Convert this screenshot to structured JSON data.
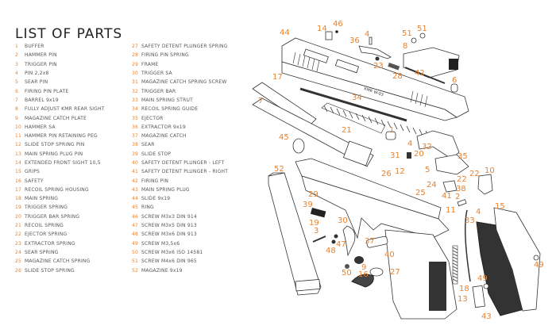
{
  "title": "LIST OF PARTS",
  "accent_color": "#e8822e",
  "parts_left": [
    {
      "no": "1",
      "name": "BUFFER"
    },
    {
      "no": "2",
      "name": "HAMMER PIN"
    },
    {
      "no": "3",
      "name": "TRIGGER PIN"
    },
    {
      "no": "4",
      "name": "PIN 2,2x8"
    },
    {
      "no": "5",
      "name": "SEAR PIN"
    },
    {
      "no": "6",
      "name": "FIRING PIN PLATE"
    },
    {
      "no": "7",
      "name": "BARREL 9x19"
    },
    {
      "no": "8",
      "name": "FULLY ADJUST KMR REAR SIGHT"
    },
    {
      "no": "9",
      "name": "MAGAZINE CATCH PLATE"
    },
    {
      "no": "10",
      "name": "HAMMER SA"
    },
    {
      "no": "11",
      "name": "HAMMER PIN RETAINING PEG"
    },
    {
      "no": "12",
      "name": "SLIDE STOP SPRING PIN"
    },
    {
      "no": "13",
      "name": "MAIN SPRING PLUG PIN"
    },
    {
      "no": "14",
      "name": "EXTENDED FRONT SIGHT 10,5"
    },
    {
      "no": "15",
      "name": "GRIPS"
    },
    {
      "no": "16",
      "name": "SAFETY"
    },
    {
      "no": "17",
      "name": "RECOIL SPRING HOUSING"
    },
    {
      "no": "18",
      "name": "MAIN SPRING"
    },
    {
      "no": "19",
      "name": "TRIGGER SPRING"
    },
    {
      "no": "20",
      "name": "TRIGGER BAR SPRING"
    },
    {
      "no": "21",
      "name": "RECOIL SPRING"
    },
    {
      "no": "22",
      "name": "EJECTOR SPRING"
    },
    {
      "no": "23",
      "name": "EXTRACTOR SPRING"
    },
    {
      "no": "24",
      "name": "SEAR SPRING"
    },
    {
      "no": "25",
      "name": "MAGAZINE CATCH SPRING"
    },
    {
      "no": "26",
      "name": "SLIDE STOP SPRING"
    }
  ],
  "parts_right": [
    {
      "no": "27",
      "name": "SAFETY DETENT PLUNGER SPRING"
    },
    {
      "no": "28",
      "name": "FIRING PIN SPRING"
    },
    {
      "no": "29",
      "name": "FRAME"
    },
    {
      "no": "30",
      "name": "TRIGGER SA"
    },
    {
      "no": "31",
      "name": "MAGAZINE CATCH SPRING SCREW"
    },
    {
      "no": "32",
      "name": "TRIGGER BAR"
    },
    {
      "no": "33",
      "name": "MAIN SPRING STRUT"
    },
    {
      "no": "34",
      "name": "RECOIL SPRING GUIDE"
    },
    {
      "no": "35",
      "name": "EJECTOR"
    },
    {
      "no": "36",
      "name": "EXTRACTOR 9x19"
    },
    {
      "no": "37",
      "name": "MAGAZINE CATCH"
    },
    {
      "no": "38",
      "name": "SEAR"
    },
    {
      "no": "39",
      "name": "SLIDE STOP"
    },
    {
      "no": "40",
      "name": "SAFETY DETENT PLUNGER - LEFT"
    },
    {
      "no": "41",
      "name": "SAFETY DETENT PLUNGER - RIGHT"
    },
    {
      "no": "42",
      "name": "FIRING PIN"
    },
    {
      "no": "43",
      "name": "MAIN SPRING PLUG"
    },
    {
      "no": "44",
      "name": "SLIDE 9x19"
    },
    {
      "no": "45",
      "name": "RING"
    },
    {
      "no": "46",
      "name": "SCREW M3x3 DIN 914"
    },
    {
      "no": "47",
      "name": "SCREW M3x5 DIN 913"
    },
    {
      "no": "48",
      "name": "SCREW M3x6 DIN 913"
    },
    {
      "no": "49",
      "name": "SCREW M3,5x6"
    },
    {
      "no": "50",
      "name": "SCREW M3x6 ISO 14581"
    },
    {
      "no": "51",
      "name": "SCREW M4x6 DIN 965"
    },
    {
      "no": "52",
      "name": "MAGAZINE 9x19"
    }
  ],
  "diagram": {
    "callouts": [
      "44",
      "14",
      "46",
      "4",
      "36",
      "51",
      "51",
      "8",
      "23",
      "28",
      "42",
      "6",
      "17",
      "7",
      "34",
      "21",
      "1",
      "45",
      "4",
      "32",
      "31",
      "20",
      "35",
      "52",
      "29",
      "39",
      "19",
      "3",
      "30",
      "47",
      "48",
      "37",
      "40",
      "27",
      "9",
      "50",
      "16",
      "26",
      "12",
      "5",
      "25",
      "24",
      "22",
      "22",
      "10",
      "38",
      "41",
      "2",
      "11",
      "4",
      "33",
      "15",
      "49",
      "49",
      "18",
      "13",
      "43"
    ],
    "slide_markings": "KMR  W-03"
  }
}
